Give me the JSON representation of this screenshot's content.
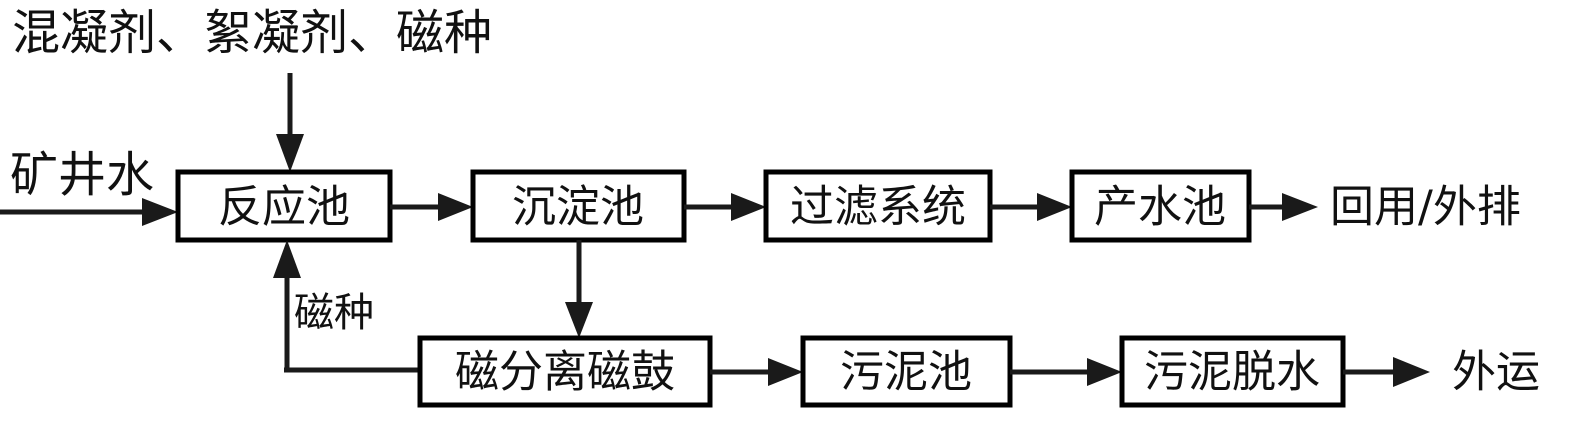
{
  "diagram": {
    "title_text": "混凝剂、絮凝剂、磁种",
    "type": "process-flow",
    "colors": {
      "background": "#ffffff",
      "stroke": "#000000",
      "line": "#1a1a1a",
      "text": "#111111"
    },
    "inputs": [
      {
        "id": "reagents",
        "label": "混凝剂、絮凝剂、磁种"
      },
      {
        "id": "mine-water",
        "label": "矿井水"
      }
    ],
    "nodes": [
      {
        "id": "reaction-tank",
        "label": "反应池"
      },
      {
        "id": "sedimentation-tank",
        "label": "沉淀池"
      },
      {
        "id": "filtration-system",
        "label": "过滤系统"
      },
      {
        "id": "product-water-tank",
        "label": "产水池"
      },
      {
        "id": "magnetic-drum",
        "label": "磁分离磁鼓"
      },
      {
        "id": "sludge-tank",
        "label": "污泥池"
      },
      {
        "id": "sludge-dewatering",
        "label": "污泥脱水"
      }
    ],
    "outputs": [
      {
        "id": "reuse-discharge",
        "label": "回用/外排"
      },
      {
        "id": "transport-out",
        "label": "外运"
      }
    ],
    "edge_labels": [
      {
        "id": "magnetic-seed-return",
        "label": "磁种"
      }
    ]
  }
}
